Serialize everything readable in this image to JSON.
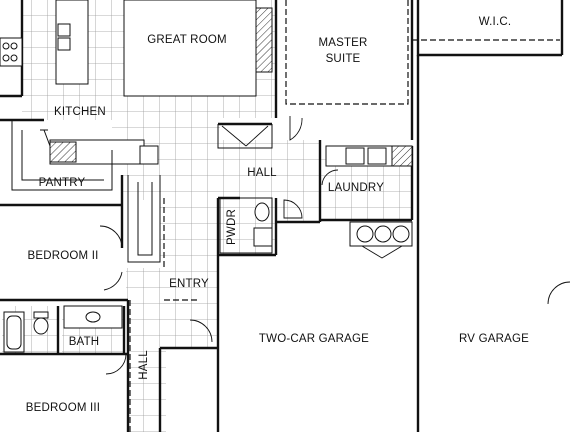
{
  "rooms": {
    "great_room": "GREAT ROOM",
    "master_suite_line1": "MASTER",
    "master_suite_line2": "SUITE",
    "wic": "W.I.C.",
    "kitchen": "KITCHEN",
    "pantry": "PANTRY",
    "hall_upper": "HALL",
    "laundry": "LAUNDRY",
    "powder": "PWDR",
    "bedroom_2": "BEDROOM II",
    "entry": "ENTRY",
    "bath": "BATH",
    "hall_lower": "HALL",
    "bedroom_3": "BEDROOM III",
    "two_car_garage": "TWO-CAR GARAGE",
    "rv_garage": "RV GARAGE"
  }
}
